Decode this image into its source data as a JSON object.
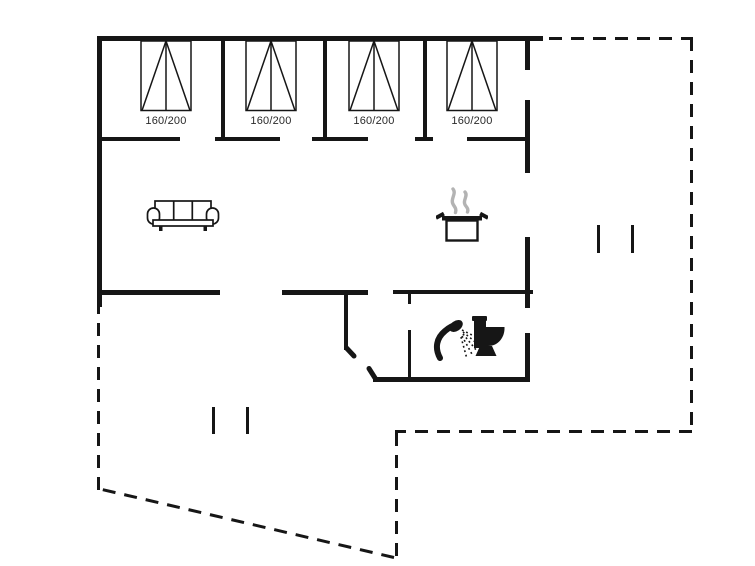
{
  "colors": {
    "background": "#ffffff",
    "wall": "#161616",
    "steam": "#b3b3b3",
    "label": "#2a2a2a"
  },
  "bedrooms": {
    "beds": [
      {
        "size_label": "160/200"
      },
      {
        "size_label": "160/200"
      },
      {
        "size_label": "160/200"
      },
      {
        "size_label": "160/200"
      }
    ]
  },
  "furniture_icons": [
    {
      "name": "double-bed-icon",
      "count": 4
    },
    {
      "name": "sofa-icon",
      "count": 1
    },
    {
      "name": "cooking-pot-icon",
      "count": 1
    },
    {
      "name": "shower-icon",
      "count": 1
    },
    {
      "name": "toilet-icon",
      "count": 1
    },
    {
      "name": "step-marks-icon",
      "count": 2
    }
  ]
}
